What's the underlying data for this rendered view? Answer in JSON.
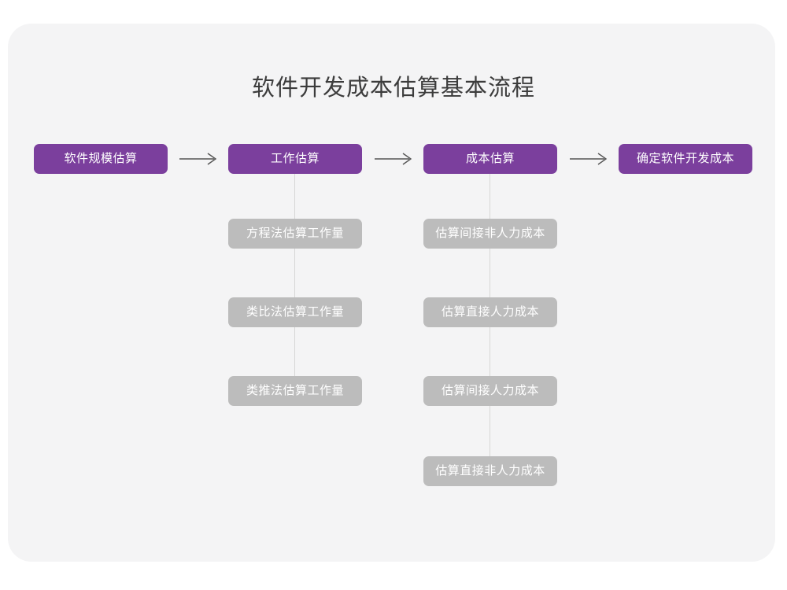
{
  "diagram": {
    "title": "软件开发成本估算基本流程",
    "colors": {
      "page_background": "#ffffff",
      "card_background": "#f4f4f5",
      "primary_node": "#7b3f9d",
      "sub_node": "#bcbcbc",
      "node_text": "#ffffff",
      "title_text": "#3c3c3c",
      "connector_line": "#d6d6d6",
      "arrow": "#555555"
    },
    "main_flow": [
      {
        "id": "scale",
        "label": "软件规模估算"
      },
      {
        "id": "effort",
        "label": "工作估算"
      },
      {
        "id": "cost",
        "label": "成本估算"
      },
      {
        "id": "final",
        "label": "确定软件开发成本"
      }
    ],
    "arrows": [
      {
        "id": "arrow-1",
        "from": "软件规模估算",
        "to": "工作估算",
        "glyph": "arrow-right-icon"
      },
      {
        "id": "arrow-2",
        "from": "工作估算",
        "to": "成本估算",
        "glyph": "arrow-right-icon"
      },
      {
        "id": "arrow-3",
        "from": "成本估算",
        "to": "确定软件开发成本",
        "glyph": "arrow-right-icon"
      }
    ],
    "effort_children": [
      {
        "label": "方程法估算工作量"
      },
      {
        "label": "类比法估算工作量"
      },
      {
        "label": "类推法估算工作量"
      }
    ],
    "cost_children": [
      {
        "label": "估算间接非人力成本"
      },
      {
        "label": "估算直接人力成本"
      },
      {
        "label": "估算间接人力成本"
      },
      {
        "label": "估算直接非人力成本"
      }
    ]
  }
}
